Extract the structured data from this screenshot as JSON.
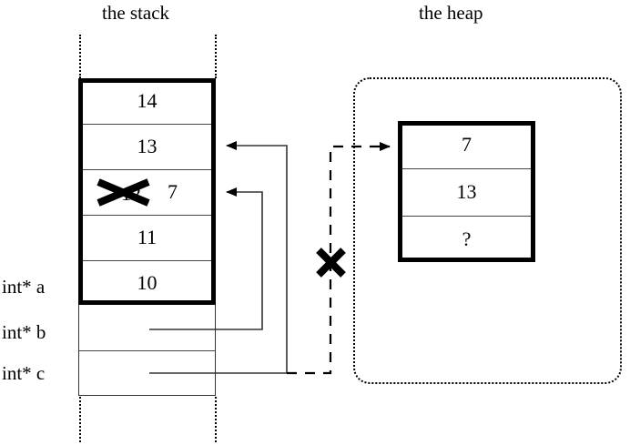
{
  "titles": {
    "stack": "the stack",
    "heap": "the heap"
  },
  "stack": {
    "cells": [
      {
        "value": "14",
        "struck": false
      },
      {
        "value": "13",
        "struck": false
      },
      {
        "value": "12",
        "struck": true,
        "new_value": "7"
      },
      {
        "value": "11",
        "struck": false
      },
      {
        "value": "10",
        "struck": false
      }
    ],
    "variables": [
      {
        "label": "int* a",
        "row": "value-10"
      },
      {
        "label": "int* b",
        "row": "pointer-b"
      },
      {
        "label": "int* c",
        "row": "pointer-c"
      }
    ]
  },
  "heap": {
    "cells": [
      {
        "value": "7"
      },
      {
        "value": "13"
      },
      {
        "value": "?"
      }
    ]
  },
  "markers": {
    "struck_stack_value": "12",
    "invalidated_pointer": "x-mark",
    "heap_unknown": "?"
  },
  "colors": {
    "stroke": "#000000",
    "background": "#ffffff",
    "thin_rule": "#444444"
  }
}
